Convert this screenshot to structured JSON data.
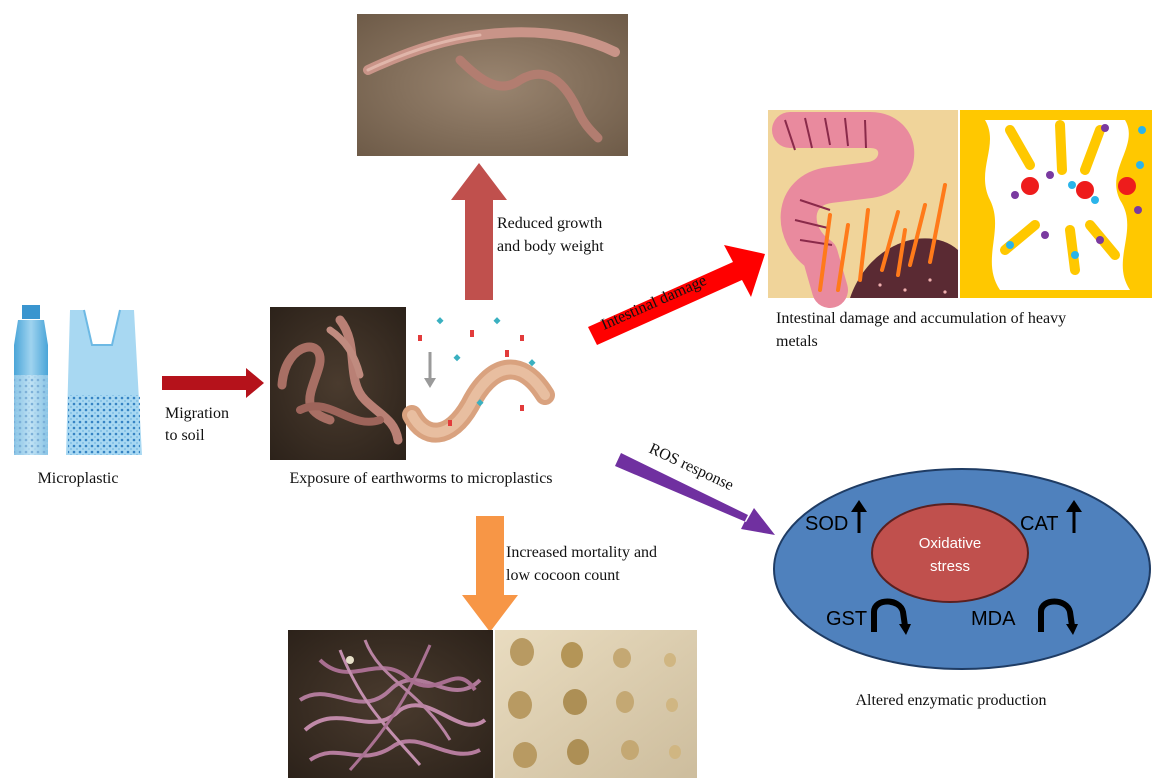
{
  "labels": {
    "microplastic": "Microplastic",
    "migration_line1": "Migration",
    "migration_line2": "to soil",
    "exposure": "Exposure of earthworms to microplastics",
    "reduced_line1": "Reduced growth",
    "reduced_line2": "and body weight",
    "intestinal_arrow": "Intestinal damage",
    "intestinal_caption_line1": "Intestinal damage and accumulation of heavy",
    "intestinal_caption_line2": "metals",
    "ros_arrow": "ROS response",
    "mortality_line1": "Increased mortality and",
    "mortality_line2": "low cocoon count",
    "enzymatic_caption": "Altered enzymatic production"
  },
  "cell": {
    "center_line1": "Oxidative",
    "center_line2": "stress",
    "sod": "SOD",
    "cat": "CAT",
    "gst": "GST",
    "mda": "MDA"
  },
  "colors": {
    "migration_arrow": "#b5121b",
    "growth_arrow": "#c0504d",
    "intestinal_arrow": "#ff0000",
    "ros_arrow": "#7030a0",
    "mortality_arrow": "#f79646",
    "cell_outer": "#4f81bd",
    "cell_inner": "#c0504d"
  }
}
